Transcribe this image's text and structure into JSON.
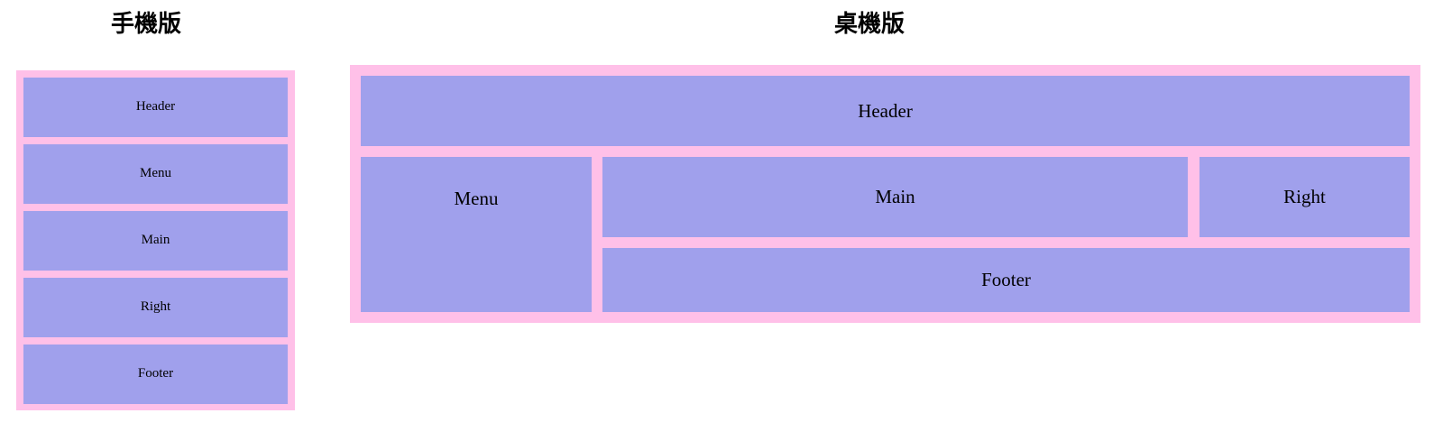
{
  "page": {
    "background_color": "#ffffff",
    "frame_color": "#ffc0e8",
    "block_color": "#a0a0ec",
    "text_color": "#000000"
  },
  "mobile": {
    "title": "手機版",
    "blocks": [
      {
        "label": "Header"
      },
      {
        "label": "Menu"
      },
      {
        "label": "Main"
      },
      {
        "label": "Right"
      },
      {
        "label": "Footer"
      }
    ]
  },
  "desktop": {
    "title": "桌機版",
    "blocks": [
      {
        "label": "Header"
      },
      {
        "label": "Menu"
      },
      {
        "label": "Main"
      },
      {
        "label": "Right"
      },
      {
        "label": "Footer"
      }
    ]
  }
}
